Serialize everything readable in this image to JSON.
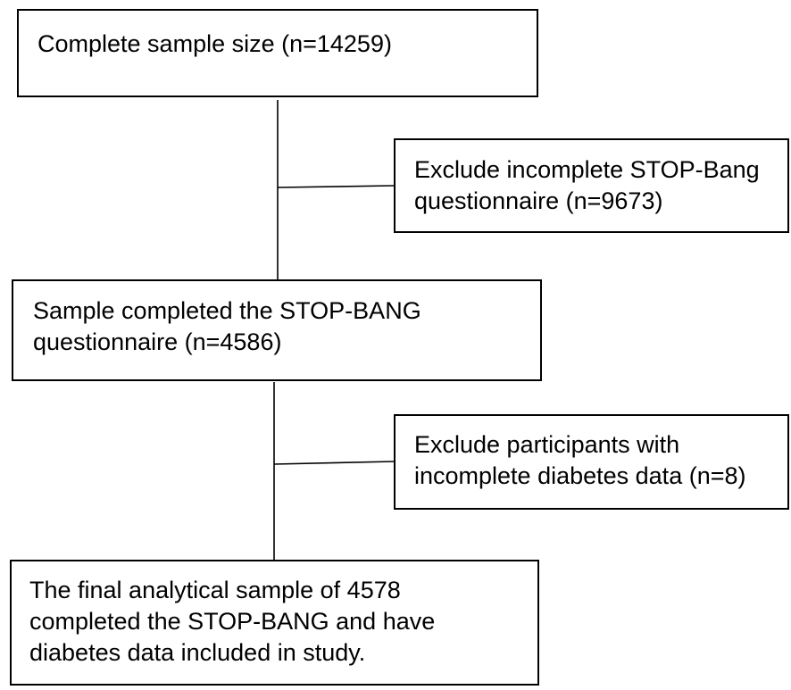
{
  "flowchart": {
    "steps": [
      {
        "lines": [
          "Complete sample size (n=14259)"
        ]
      },
      {
        "lines": [
          "Exclude incomplete STOP-Bang",
          "questionnaire (n=9673)"
        ]
      },
      {
        "lines": [
          "Sample completed the STOP-BANG",
          "questionnaire (n=4586)"
        ]
      },
      {
        "lines": [
          "Exclude participants with",
          "incomplete diabetes data (n=8)"
        ]
      },
      {
        "lines": [
          "The final analytical sample of 4578",
          "completed the STOP-BANG and have",
          "diabetes data included in study."
        ]
      }
    ],
    "line_color": "#000000",
    "box_border_color": "#000000",
    "background_color": "#ffffff"
  }
}
